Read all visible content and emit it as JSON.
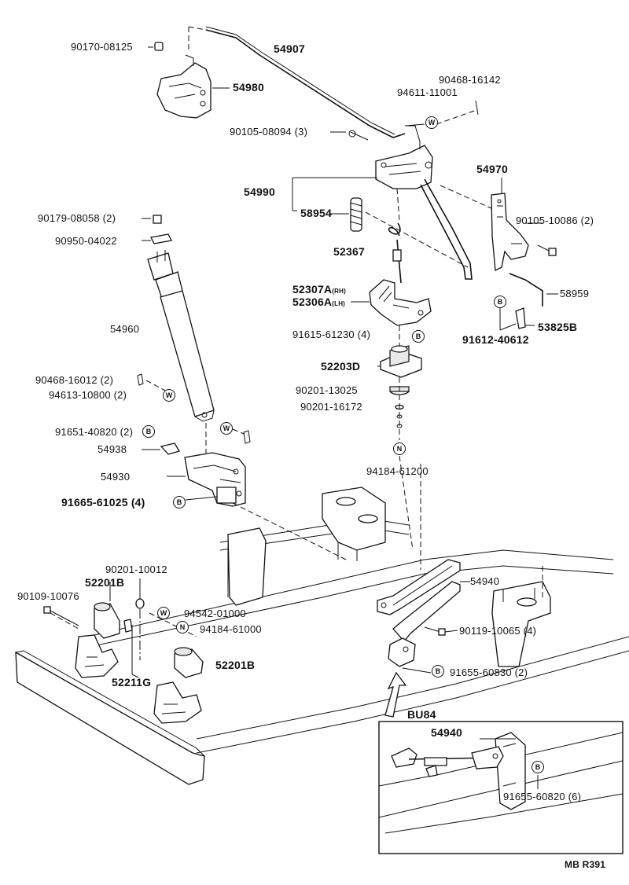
{
  "labels": {
    "p90170_08125": "90170-08125",
    "p54907": "54907",
    "p54980": "54980",
    "p90468_16142": "90468-16142",
    "p94611_11001": "94611-11001",
    "p90105_08094": "90105-08094 (3)",
    "p54970": "54970",
    "p54990": "54990",
    "p58954": "58954",
    "p90179_08058": "90179-08058 (2)",
    "p90950_04022": "90950-04022",
    "p90105_10086": "90105-10086 (2)",
    "p52367": "52367",
    "p52307A": "52307A",
    "p52307A_suffix": "(RH)",
    "p52306A": "52306A",
    "p52306A_suffix": "(LH)",
    "p58959": "58959",
    "p54960": "54960",
    "p91615_61230": "91615-61230 (4)",
    "p91612_40612": "91612-40612",
    "p53825B": "53825B",
    "p52203D": "52203D",
    "p90468_16012": "90468-16012 (2)",
    "p90201_13025": "90201-13025",
    "p94613_10800": "94613-10800 (2)",
    "p90201_16172": "90201-16172",
    "p91651_40820": "91651-40820 (2)",
    "p54938": "54938",
    "p54930": "54930",
    "p94184_61200": "94184-61200",
    "p91665_61025": "91665-61025 (4)",
    "p90201_10012": "90201-10012",
    "p52201B_top": "52201B",
    "p90109_10076": "90109-10076",
    "p54940": "54940",
    "p94542_01000": "94542-01000",
    "p94184_61000": "94184-61000",
    "p90119_10065": "90119-10065 (4)",
    "p52201B_bottom": "52201B",
    "p52211G": "52211G",
    "p91655_60830": "91655-60830 (2)",
    "inset_title": "BU84",
    "inset_54940": "54940",
    "inset_91655_60820": "91655-60820 (6)",
    "figure_code": "MB R391"
  },
  "markers": {
    "W": "W",
    "B": "B",
    "N": "N"
  }
}
